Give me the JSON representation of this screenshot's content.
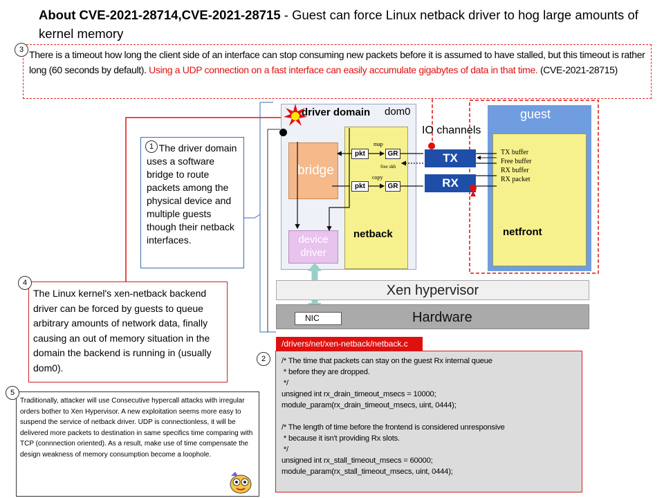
{
  "title": {
    "bold": "About CVE-2021-28714,CVE-2021-28715",
    "rest": " -  Guest can force Linux netback driver to hog large amounts of kernel memory"
  },
  "box3": {
    "number": "3",
    "text_black": "There is a timeout how long the client side of an interface can stop consuming new packets before it is assumed to have stalled, but this timeout is rather long (60 seconds by default). ",
    "text_red": "Using a UDP connection on a fast interface can easily accumulate gigabytes of data in that time.",
    "text_tail": "  (CVE-2021-28715)"
  },
  "box1": {
    "number": "1",
    "text": " The driver domain uses a software bridge to route packets among the physical device and multiple guests though their netback interfaces."
  },
  "box4": {
    "number": "4",
    "text": "The Linux kernel's xen-netback backend driver can be forced by guests to queue arbitrary amounts of network data, finally causing an out of memory situation in the domain the backend is running in (usually dom0)."
  },
  "box5": {
    "number": "5",
    "text": "Traditionally, attacker will use Consecutive hypercall attacks with irregular orders bother to Xen Hypervisor. A new exploitation seems more easy to suspend the service of netback driver. UDP is connectionless, it will be delivered more packets to destination in same specifics time comparing with TCP (connnection oriented). As a result, make use of time compensate the design weakness of memory consumption become a loophole."
  },
  "code": {
    "number": "2",
    "file": "/drivers/net/xen-netback/netback.c",
    "lines": "/* The time that packets can stay on the guest Rx internal queue\n * before they are dropped.\n */\nunsigned int rx_drain_timeout_msecs = 10000;\nmodule_param(rx_drain_timeout_msecs, uint, 0444);\n\n/* The length of time before the frontend is considered unresponsive\n * because it isn't providing Rx slots.\n */\nunsigned int rx_stall_timeout_msecs = 60000;\nmodule_param(rx_stall_timeout_msecs, uint, 0444);"
  },
  "diagram": {
    "driver_domain": "driver domain",
    "dom0": "dom0",
    "io_channels": "IO channels",
    "guest": "guest",
    "bridge": "bridge",
    "device_driver": "device driver",
    "netback": "netback",
    "netfront": "netfront",
    "pkt1": "pkt",
    "pkt2": "pkt",
    "gr1": "GR",
    "gr2": "GR",
    "map": "map",
    "copy": "copy",
    "free_skb": "free skb",
    "tx": "TX",
    "rx": "RX",
    "guest_items": [
      "TX buffer",
      "Free buffer",
      "RX buffer",
      "RX packet"
    ],
    "xen": "Xen hypervisor",
    "hardware": "Hardware",
    "nic": "NIC"
  }
}
